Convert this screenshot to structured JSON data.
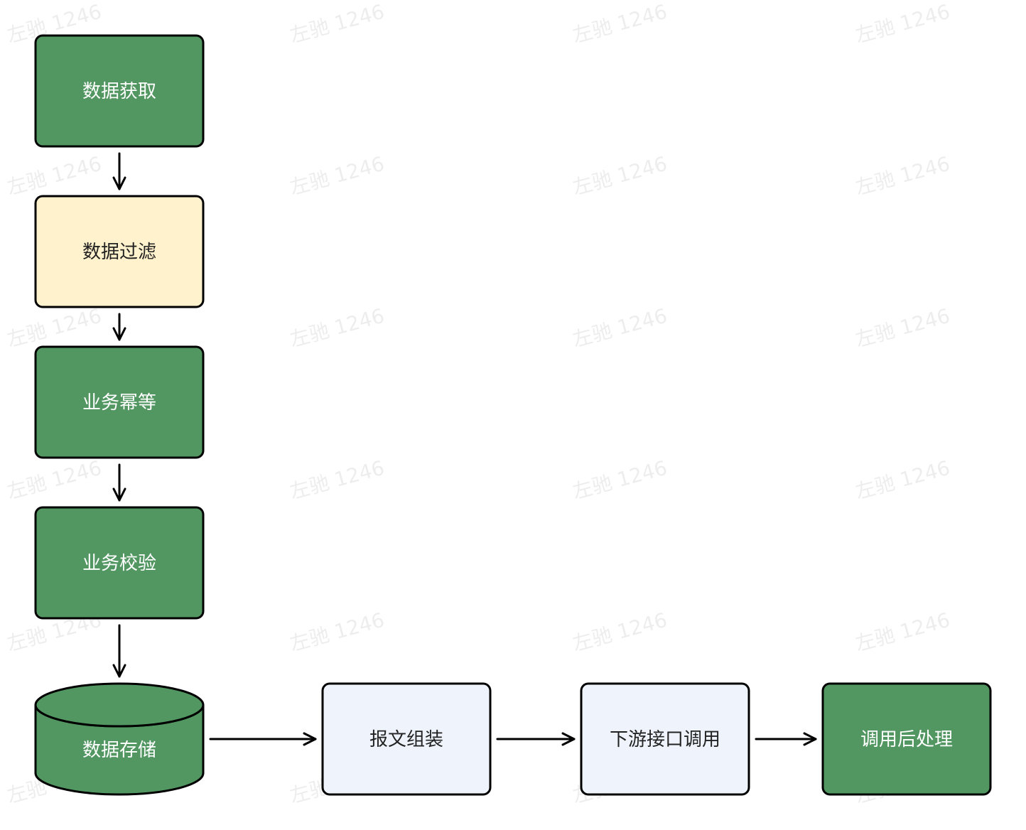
{
  "colors": {
    "green": "#529762",
    "yellow": "#fff2cc",
    "lightblue": "#eff4fc",
    "stroke": "#000000",
    "text_light": "#ffffff",
    "text_dark": "#222222"
  },
  "watermark": "左驰 1246",
  "nodes": [
    {
      "id": "fetch",
      "label": "数据获取",
      "style": "green"
    },
    {
      "id": "filter",
      "label": "数据过滤",
      "style": "yellow"
    },
    {
      "id": "idempotent",
      "label": "业务幂等",
      "style": "green"
    },
    {
      "id": "validate",
      "label": "业务校验",
      "style": "green"
    },
    {
      "id": "storage",
      "label": "数据存储",
      "style": "green",
      "shape": "cylinder"
    },
    {
      "id": "assemble",
      "label": "报文组装",
      "style": "lightblue"
    },
    {
      "id": "invoke",
      "label": "下游接口调用",
      "style": "lightblue"
    },
    {
      "id": "post",
      "label": "调用后处理",
      "style": "green"
    }
  ],
  "edges": [
    {
      "from": "fetch",
      "to": "filter"
    },
    {
      "from": "filter",
      "to": "idempotent"
    },
    {
      "from": "idempotent",
      "to": "validate"
    },
    {
      "from": "validate",
      "to": "storage"
    },
    {
      "from": "storage",
      "to": "assemble"
    },
    {
      "from": "assemble",
      "to": "invoke"
    },
    {
      "from": "invoke",
      "to": "post"
    }
  ]
}
